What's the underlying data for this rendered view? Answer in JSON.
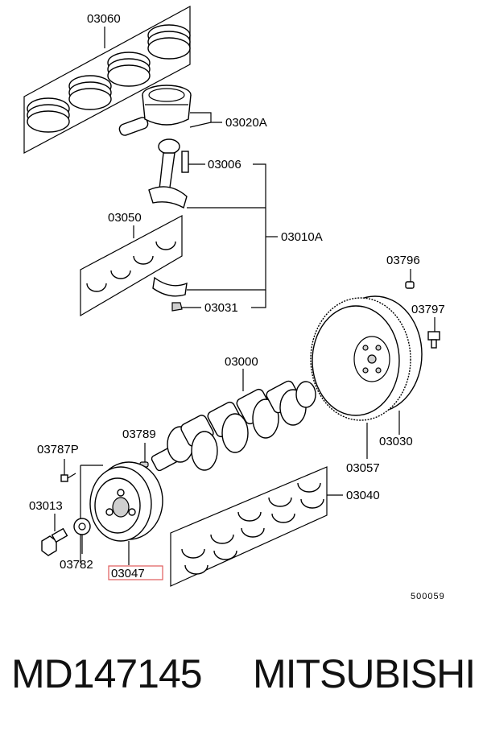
{
  "diagram": {
    "callouts": {
      "c03060": "03060",
      "c03020A": "03020A",
      "c03006": "03006",
      "c03050": "03050",
      "c03010A": "03010A",
      "c03031": "03031",
      "c03796": "03796",
      "c03797": "03797",
      "c03000": "03000",
      "c03789": "03789",
      "c03787P": "03787P",
      "c03030": "03030",
      "c03057": "03057",
      "c03040": "03040",
      "c03013": "03013",
      "c03782": "03782",
      "c03047": "03047"
    },
    "highlighted_part": "03047",
    "highlight_color": "#e05a5a",
    "reference_code": "500059"
  },
  "footer": {
    "part_number": "MD147145",
    "brand": "MITSUBISHI"
  }
}
